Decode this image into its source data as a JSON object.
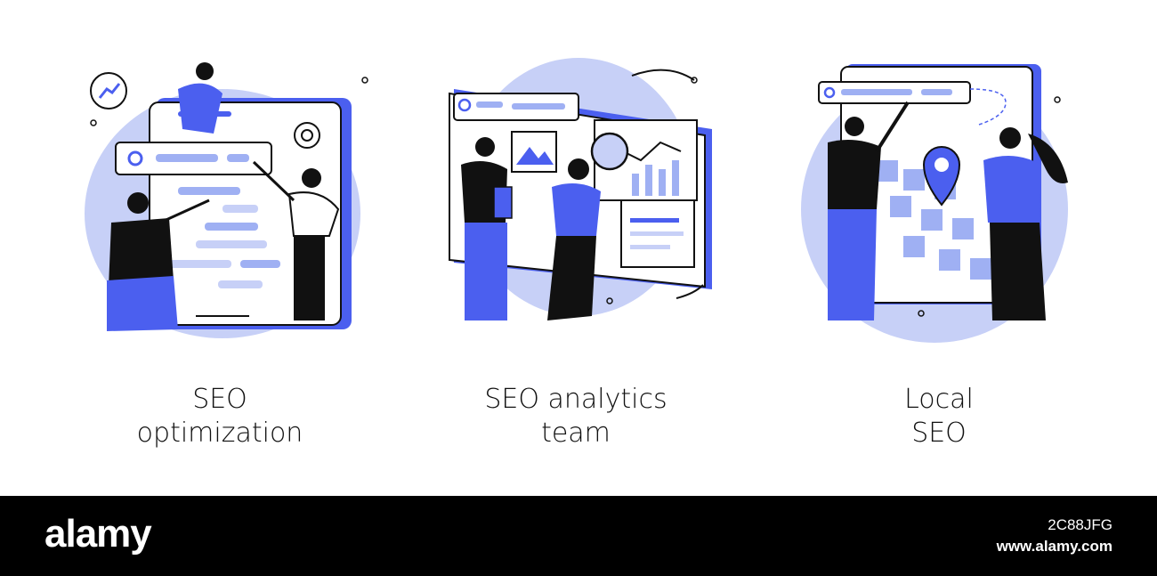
{
  "colors": {
    "accent": "#4b5fef",
    "light_blue": "#c7d0f7",
    "mid_blue": "#9fb0f3",
    "ink": "#111111",
    "bar": "#000000"
  },
  "panels": [
    {
      "caption_line1": "SEO",
      "caption_line2": "optimization"
    },
    {
      "caption_line1": "SEO analytics",
      "caption_line2": "team"
    },
    {
      "caption_line1": "Local",
      "caption_line2": "SEO"
    }
  ],
  "footer": {
    "logo": "alamy",
    "image_id": "2C88JFG",
    "url": "www.alamy.com"
  }
}
